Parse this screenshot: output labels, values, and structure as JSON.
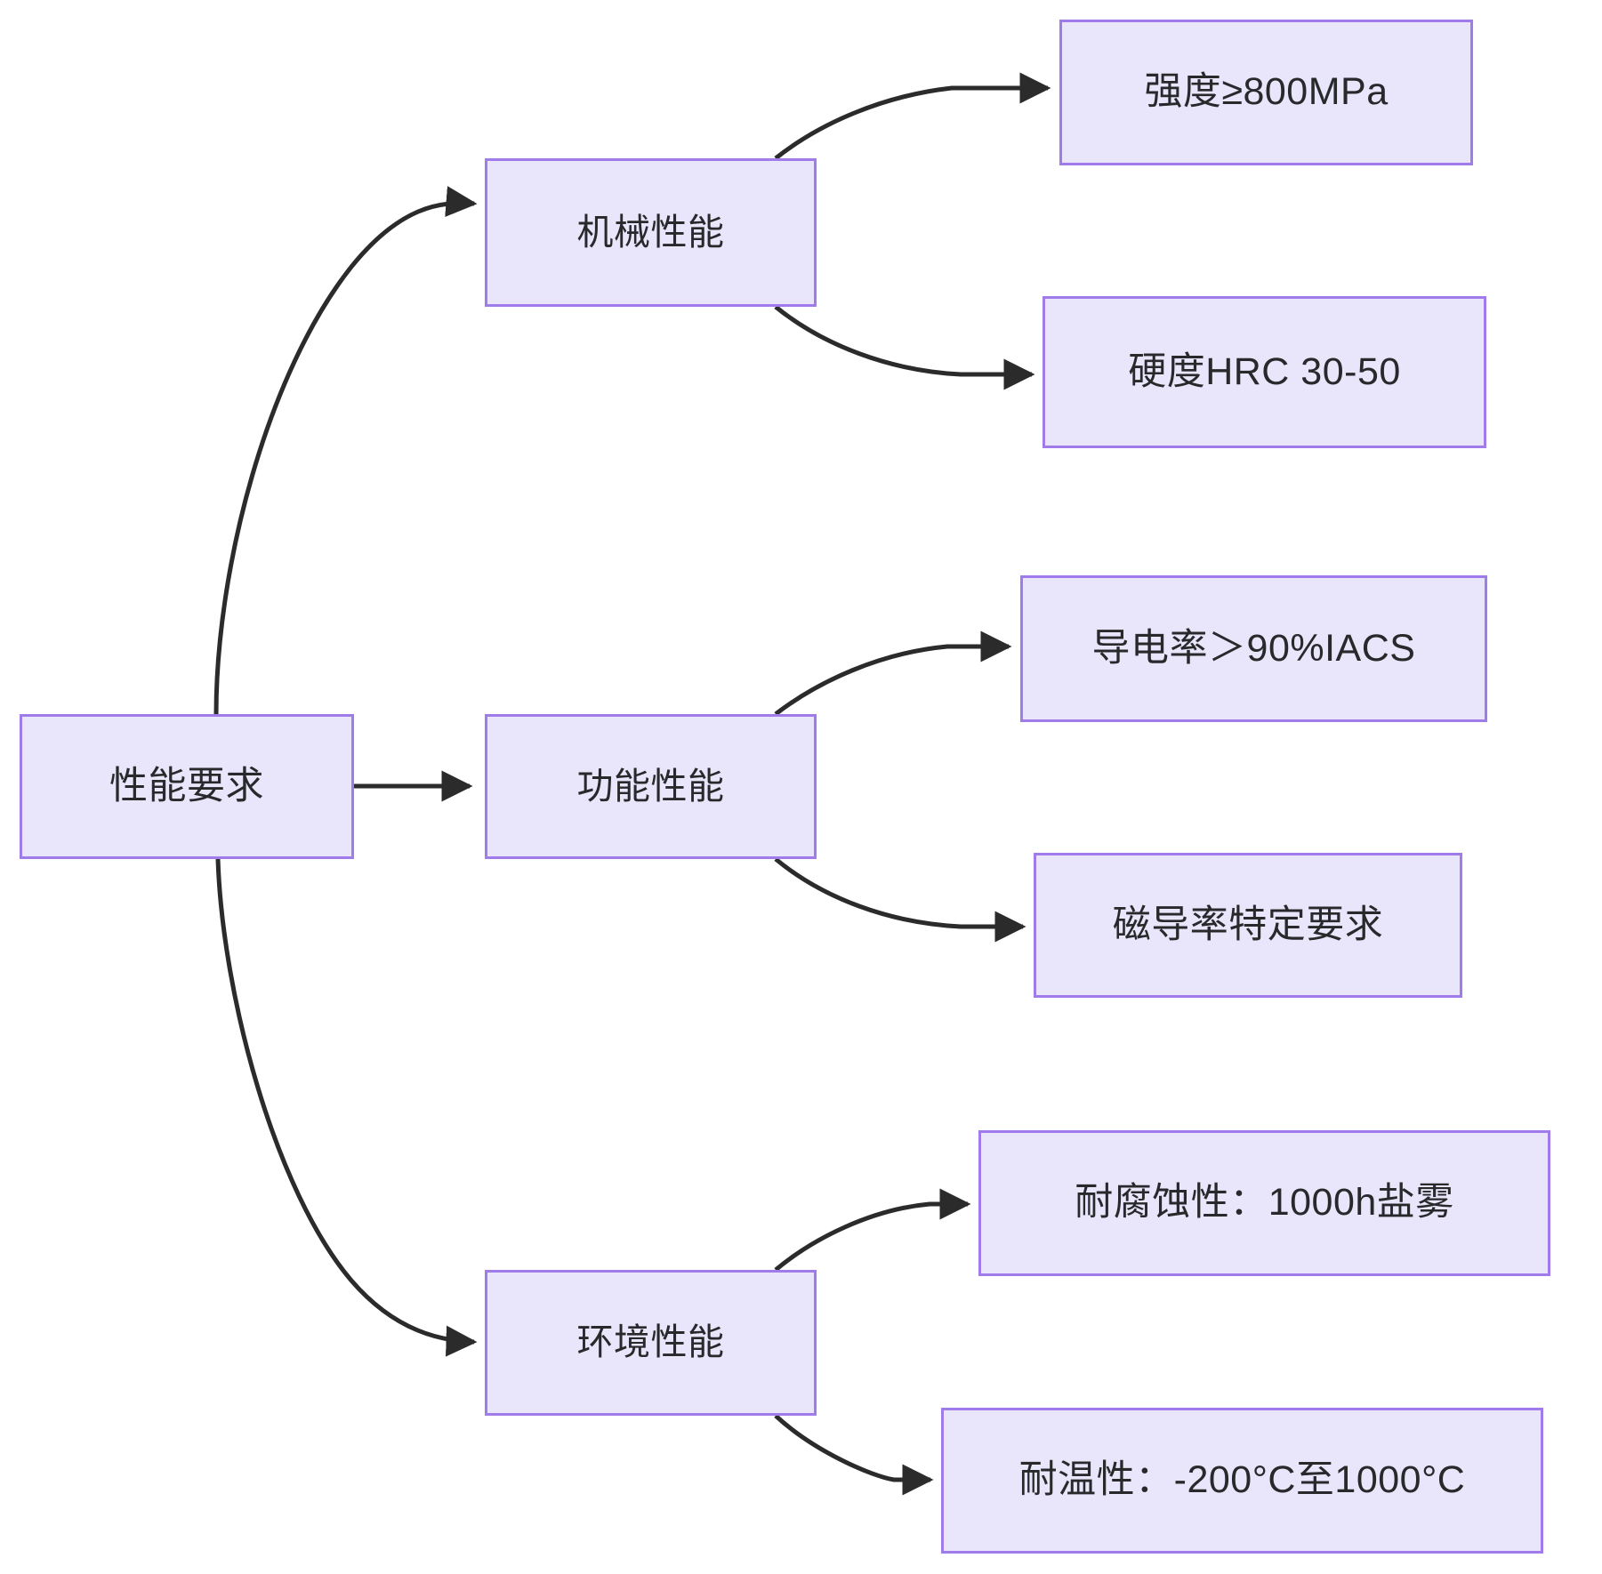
{
  "diagram": {
    "type": "flowchart",
    "direction": "left-to-right",
    "colors": {
      "node_fill": "#e9e5fb",
      "node_border": "#a07ceb",
      "edge_stroke": "#2b2b2b",
      "text": "#27292b",
      "background": "#ffffff"
    },
    "root": {
      "id": "root",
      "label": "性能要求"
    },
    "branches": [
      {
        "id": "mechanical",
        "label": "机械性能",
        "leaves": [
          {
            "id": "strength",
            "label": "强度≥800MPa"
          },
          {
            "id": "hardness",
            "label": "硬度HRC 30-50"
          }
        ]
      },
      {
        "id": "functional",
        "label": "功能性能",
        "leaves": [
          {
            "id": "conductivity",
            "label": "导电率＞90%IACS"
          },
          {
            "id": "permeability",
            "label": "磁导率特定要求"
          }
        ]
      },
      {
        "id": "environmental",
        "label": "环境性能",
        "leaves": [
          {
            "id": "corrosion",
            "label": "耐腐蚀性：1000h盐雾"
          },
          {
            "id": "temperature",
            "label": "耐温性：-200°C至1000°C"
          }
        ]
      }
    ],
    "edges": [
      {
        "from": "性能要求",
        "to": "机械性能"
      },
      {
        "from": "性能要求",
        "to": "功能性能"
      },
      {
        "from": "性能要求",
        "to": "环境性能"
      },
      {
        "from": "机械性能",
        "to": "强度≥800MPa"
      },
      {
        "from": "机械性能",
        "to": "硬度HRC 30-50"
      },
      {
        "from": "功能性能",
        "to": "导电率＞90%IACS"
      },
      {
        "from": "功能性能",
        "to": "磁导率特定要求"
      },
      {
        "from": "环境性能",
        "to": "耐腐蚀性：1000h盐雾"
      },
      {
        "from": "环境性能",
        "to": "耐温性：-200°C至1000°C"
      }
    ]
  }
}
